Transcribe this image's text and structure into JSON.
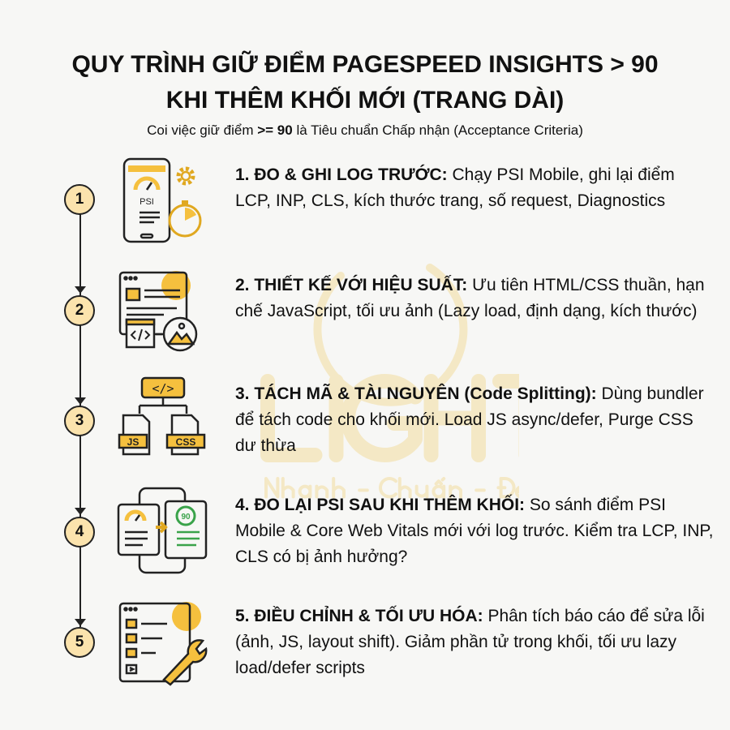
{
  "title_lines": [
    "QUY TRÌNH GIỮ ĐIỂM PAGESPEED INSIGHTS > 90",
    "KHI THÊM KHỐI MỚI (TRANG DÀI)"
  ],
  "subtitle": {
    "before": "Coi việc giữ điểm ",
    "bold": ">= 90",
    "after": " là Tiêu chuẩn Chấp nhận (Acceptance Criteria)"
  },
  "watermark": {
    "logo": "LIGHT",
    "tagline": "Nhanh - Chuẩn - Đẹp"
  },
  "accent": "#f5c03e",
  "steps": [
    {
      "number": "1",
      "heading": "1. ĐO & GHI LOG TRƯỚC:",
      "text": " Chạy PSI Mobile, ghi lại điểm LCP, INP, CLS, kích thước trang, số request, Diagnostics",
      "icon": "phone-psi-gauge-stopwatch",
      "icon_label": "PSI"
    },
    {
      "number": "2",
      "heading": "2. THIẾT KẾ VỚI HIỆU SUẤT:",
      "text": " Ưu tiên HTML/CSS thuần, hạn chế JavaScript, tối ưu ảnh (Lazy load, định dạng, kích thước)",
      "icon": "browser-code-image"
    },
    {
      "number": "3",
      "heading": "3. TÁCH MÃ & TÀI NGUYÊN (Code Splitting):",
      "text": " Dùng bundler để tách code cho khối mới. Load JS async/defer, Purge CSS dư thừa",
      "icon": "code-split-files",
      "icon_labels": [
        "</>",
        "JS",
        "CSS"
      ]
    },
    {
      "number": "4",
      "heading": "4. ĐO LẠI PSI SAU KHI THÊM KHỐI:",
      "text": " So sánh điểm PSI Mobile & Core Web Vitals mới với log trước. Kiểm tra LCP, INP, CLS có bị ảnh hưởng?",
      "icon": "phones-compare-score",
      "icon_label": "90"
    },
    {
      "number": "5",
      "heading": "5. ĐIỀU CHỈNH & TỐI ƯU HÓA:",
      "text": " Phân tích báo cáo để sửa lỗi (ảnh, JS, layout shift). Giảm phần tử trong khối, tối ưu lazy load/defer scripts",
      "icon": "browser-wrench"
    }
  ]
}
